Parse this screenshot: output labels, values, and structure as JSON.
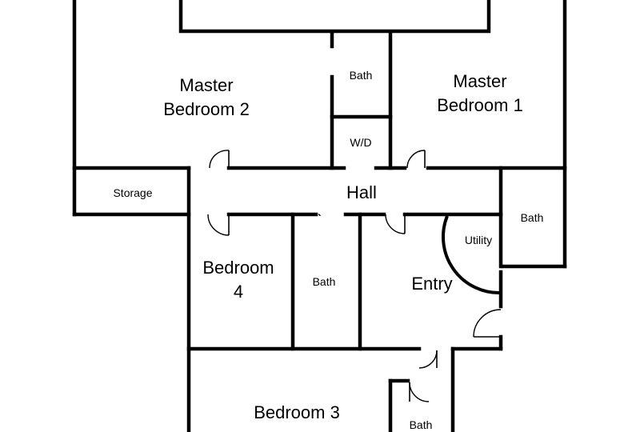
{
  "rooms": {
    "master_bedroom_2": [
      "Master",
      "Bedroom 2"
    ],
    "master_bedroom_1": [
      "Master",
      "Bedroom 1"
    ],
    "bath_upper": "Bath",
    "wd": "W/D",
    "storage": "Storage",
    "hall": "Hall",
    "bath_right": "Bath",
    "utility": "Utility",
    "bedroom_4": [
      "Bedroom",
      "4"
    ],
    "bath_middle": "Bath",
    "entry": "Entry",
    "bedroom_3": "Bedroom 3",
    "bath_lower": "Bath"
  }
}
